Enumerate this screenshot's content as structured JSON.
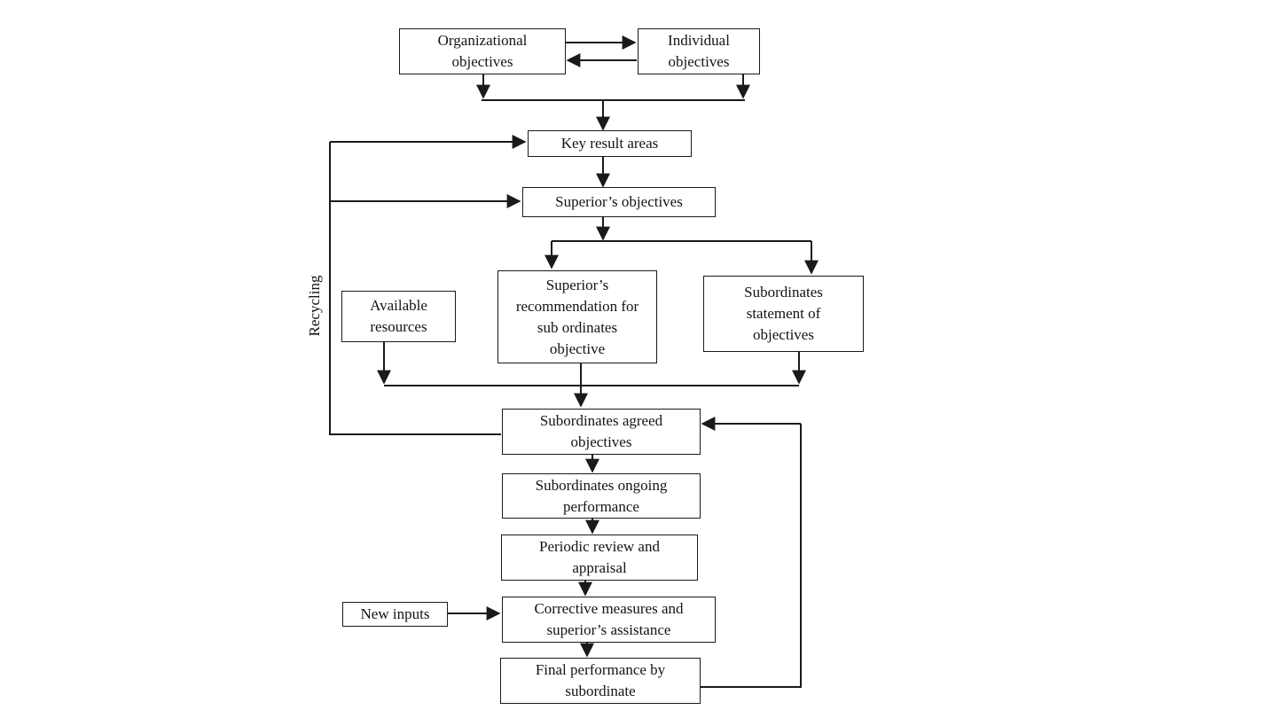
{
  "nodes": {
    "organizational_objectives": "Organizational\nobjectives",
    "individual_objectives": "Individual\nobjectives",
    "key_result_areas": "Key result areas",
    "superiors_objectives": "Superior’s objectives",
    "available_resources": "Available\nresources",
    "superiors_recommendation": "Superior’s\nrecommendation for\nsub ordinates\nobjective",
    "subordinates_statement": "Subordinates\nstatement of\nobjectives",
    "subordinates_agreed": "Subordinates agreed\nobjectives",
    "subordinates_ongoing": "Subordinates ongoing\nperformance",
    "periodic_review": "Periodic review and\nappraisal",
    "new_inputs": "New inputs",
    "corrective_measures": "Corrective measures and\nsuperior’s assistance",
    "final_performance": "Final performance by\nsubordinate"
  },
  "labels": {
    "recycling": "Recycling"
  },
  "colors": {
    "line": "#1a1a1a",
    "text": "#141414",
    "background": "#ffffff"
  }
}
